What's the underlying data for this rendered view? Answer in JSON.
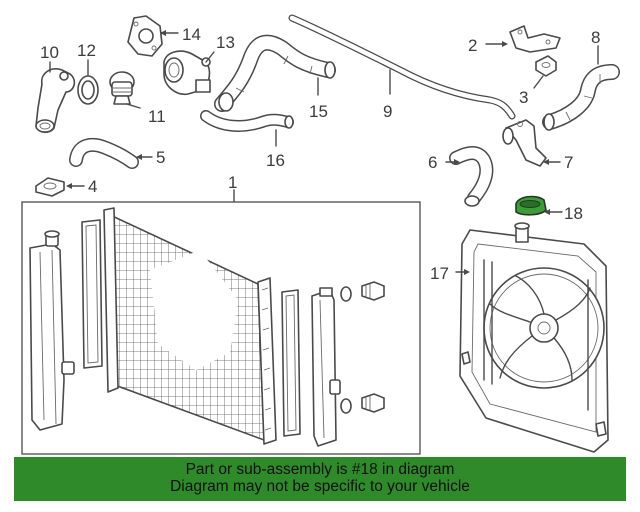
{
  "callouts": [
    "1",
    "2",
    "3",
    "4",
    "5",
    "6",
    "7",
    "8",
    "9",
    "10",
    "11",
    "12",
    "13",
    "14",
    "15",
    "16",
    "17",
    "18"
  ],
  "highlight_part": "18",
  "highlight_color": "#3f9a3a",
  "banner": {
    "background": "#2f8a2a",
    "line1": "Part or sub-assembly is #18 in diagram",
    "line2": "Diagram may not be specific to your vehicle"
  }
}
